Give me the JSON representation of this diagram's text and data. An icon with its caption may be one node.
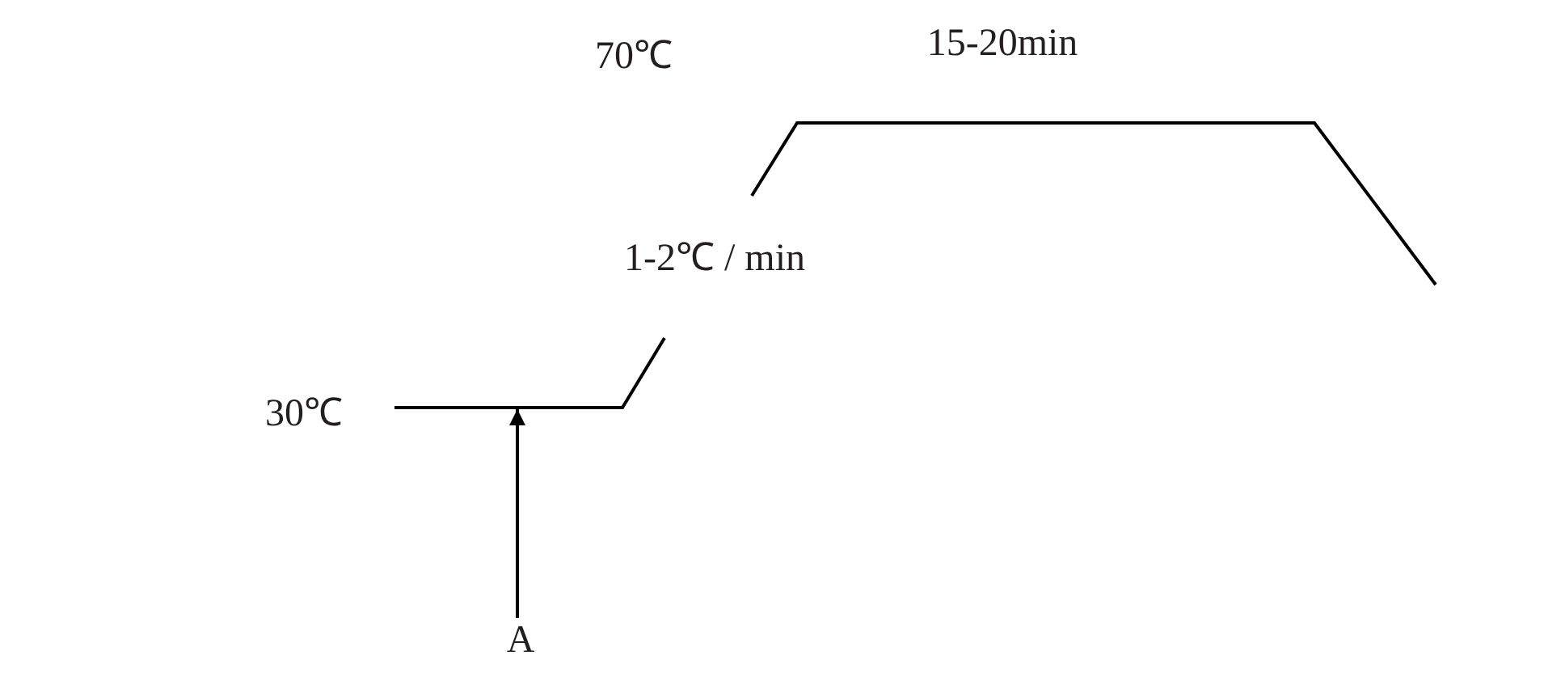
{
  "diagram": {
    "nodes": [
      {
        "text": [
          "A"
        ]
      },
      {
        "text": [],
        "shape": "line"
      }
    ],
    "edges": [
      {
        "from": 0,
        "to": 1,
        "arrow": "to"
      }
    ],
    "labels": [
      "70℃",
      "15-20min",
      "1-2℃ / min",
      "30℃"
    ]
  }
}
